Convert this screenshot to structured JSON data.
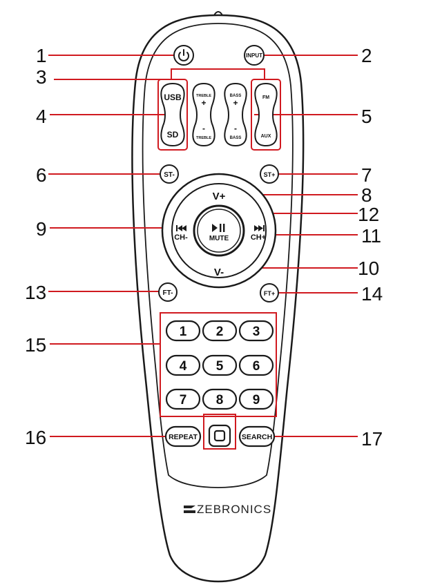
{
  "colors": {
    "leader": "#d0191f",
    "outline": "#1a1a1a",
    "highlight": "#d0191f"
  },
  "callouts": [
    "1",
    "2",
    "3",
    "4",
    "5",
    "6",
    "7",
    "8",
    "9",
    "10",
    "11",
    "12",
    "13",
    "14",
    "15",
    "16",
    "17"
  ],
  "buttons": {
    "input": "INPUT",
    "usb": "USB",
    "sd": "SD",
    "treble_plus": "+",
    "treble_top": "TREBLE",
    "treble_minus": "-",
    "treble_bottom": "TREBLE",
    "bass_top": "BASS",
    "bass_plus": "+",
    "bass_minus": "-",
    "bass_bottom": "BASS",
    "fm": "FM",
    "aux": "AUX",
    "st_minus": "ST-",
    "st_plus": "ST+",
    "v_plus": "V+",
    "v_minus": "V-",
    "ch_minus": "CH-",
    "ch_plus": "CH+",
    "play_pause": "▶II",
    "mute": "MUTE",
    "ft_minus": "FT-",
    "ft_plus": "FT+",
    "repeat": "REPEAT",
    "search": "SEARCH"
  },
  "keypad": [
    "1",
    "2",
    "3",
    "4",
    "5",
    "6",
    "7",
    "8",
    "9"
  ],
  "brand": "ZEBRONICS",
  "icons": [
    "power-icon",
    "previous-track-icon",
    "next-track-icon",
    "play-pause-icon",
    "zero-key-icon",
    "zebronics-logo-icon"
  ]
}
